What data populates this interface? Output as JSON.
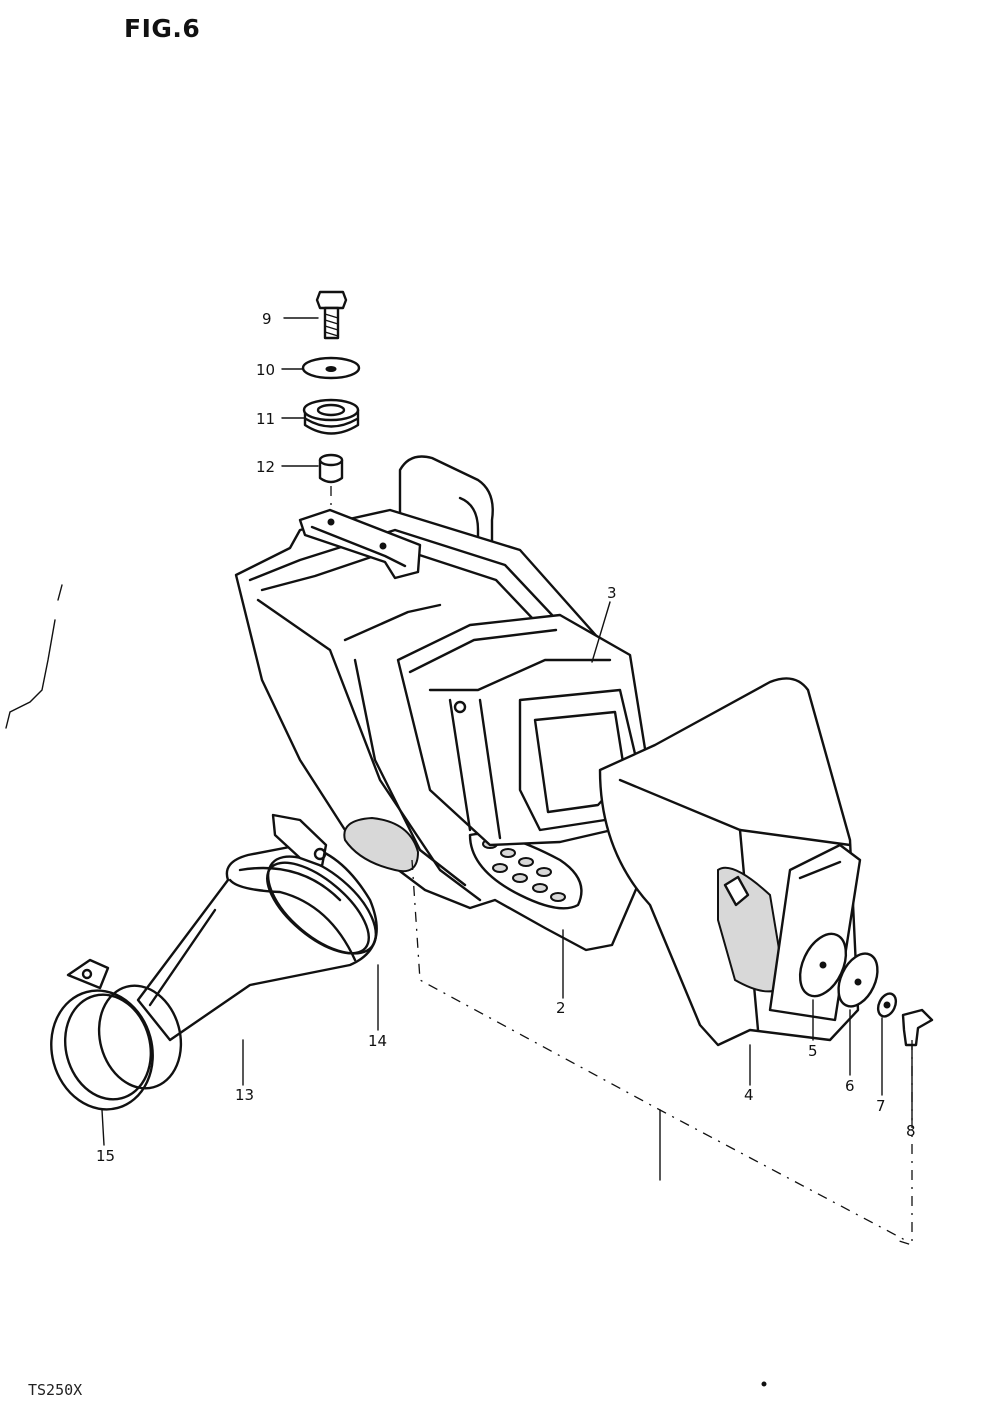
{
  "header": {
    "title": "FIG.6"
  },
  "footer": {
    "model_code": "TS250X"
  },
  "callouts": [
    {
      "id": "9",
      "label": "9"
    },
    {
      "id": "10",
      "label": "10"
    },
    {
      "id": "11",
      "label": "11"
    },
    {
      "id": "12",
      "label": "12"
    },
    {
      "id": "3",
      "label": "3"
    },
    {
      "id": "2",
      "label": "2"
    },
    {
      "id": "14",
      "label": "14"
    },
    {
      "id": "13",
      "label": "13"
    },
    {
      "id": "15",
      "label": "15"
    },
    {
      "id": "4",
      "label": "4"
    },
    {
      "id": "5",
      "label": "5"
    },
    {
      "id": "6",
      "label": "6"
    },
    {
      "id": "7",
      "label": "7"
    },
    {
      "id": "8",
      "label": "8"
    }
  ],
  "colors": {
    "ink": "#111111",
    "paper": "#ffffff"
  }
}
